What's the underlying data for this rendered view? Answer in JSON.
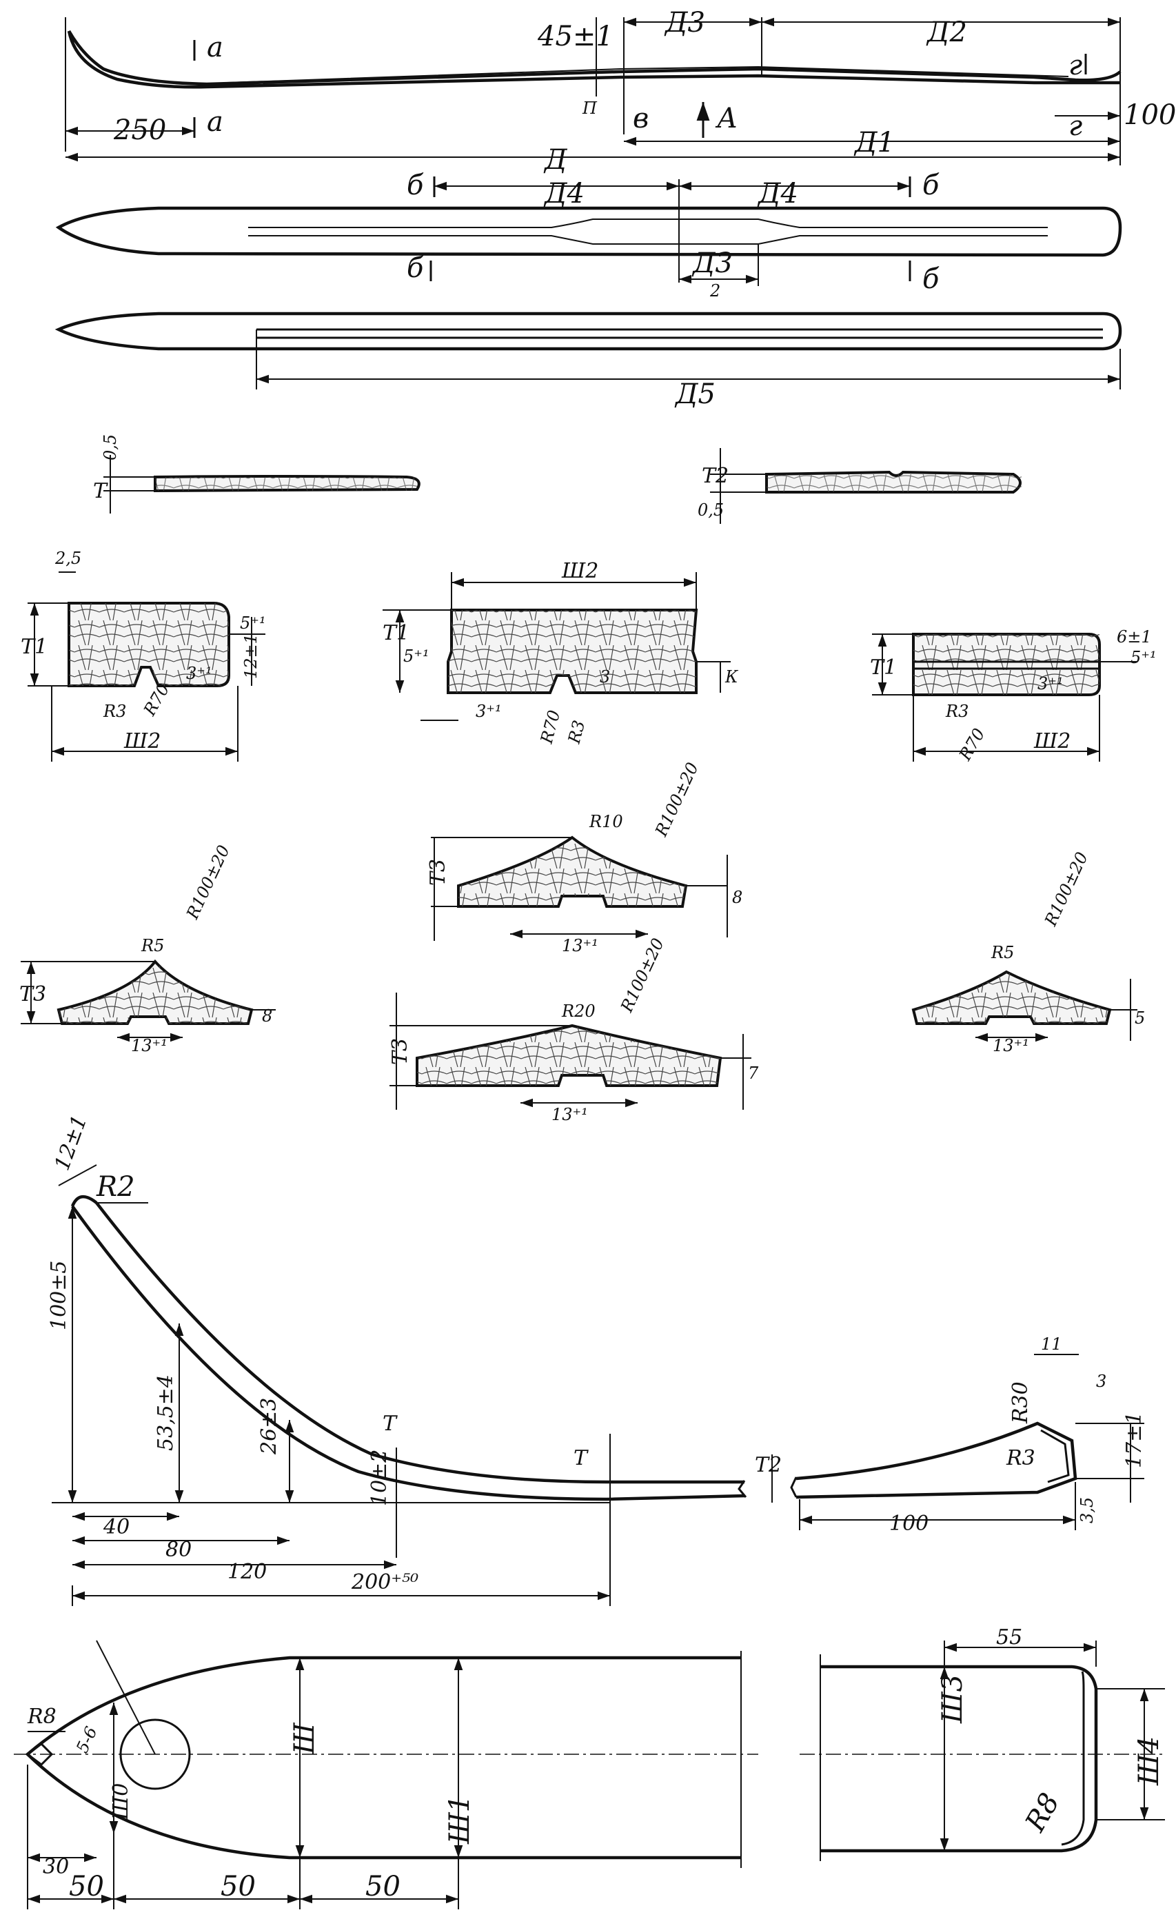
{
  "colors": {
    "ink": "#111111",
    "paper": "#ffffff",
    "fill": "#f4f4f4"
  },
  "side_view": {
    "label_45": "45±1",
    "label_d3": "Д3",
    "label_d2": "Д2",
    "label_a_top": "а",
    "label_g_top": "г",
    "label_250": "250",
    "label_a_bot": "а",
    "label_a_arrow": "А",
    "label_b": "в",
    "label_d1": "Д1",
    "label_g_bot": "г",
    "label_100": "100",
    "label_d": "Д",
    "label_p": "П"
  },
  "top_view": {
    "label_b1": "б",
    "label_d4a": "Д4",
    "label_d4b": "Д4",
    "label_b2": "б",
    "label_b3": "б",
    "label_d3": "Д3",
    "label_d3_sub": "2",
    "label_b4": "б"
  },
  "bottom_view": {
    "label_d5": "Д5"
  },
  "thin_sections": {
    "left": {
      "label_t": "Т",
      "label_05": "0,5"
    },
    "right": {
      "label_t2": "Т2",
      "label_05": "0,5"
    }
  },
  "main_sections": {
    "left": {
      "label_25": "2,5",
      "label_t1": "Т1",
      "label_5": "5⁺¹",
      "label_12": "12±1",
      "label_r3": "R3",
      "label_r70": "R70",
      "label_3": "3⁺¹",
      "label_sh2": "Ш2"
    },
    "center": {
      "label_sh2": "Ш2",
      "label_t1": "Т1",
      "label_5": "5⁺¹",
      "label_k": "К",
      "label_3a": "3⁺¹",
      "label_3b": "3",
      "label_r70": "R70",
      "label_r3": "R3"
    },
    "right": {
      "label_t1": "Т1",
      "label_6": "6±1",
      "label_5": "5⁺¹",
      "label_r3": "R3",
      "label_3": "3⁺¹",
      "label_r70": "R70",
      "label_sh2": "Ш2"
    }
  },
  "ridge_sections": {
    "left": {
      "label_r5": "R5",
      "label_r100": "R100±20",
      "label_t3": "Т3",
      "label_8": "8",
      "label_13": "13⁺¹"
    },
    "center_top": {
      "label_r10": "R10",
      "label_r100": "R100±20",
      "label_t3": "Т3",
      "label_8": "8",
      "label_13": "13⁺¹"
    },
    "center_bottom": {
      "label_r20": "R20",
      "label_r100": "R100±20",
      "label_t3": "Т3",
      "label_7": "7",
      "label_13": "13⁺¹"
    },
    "right": {
      "label_r5": "R5",
      "label_r100": "R100±20",
      "label_5": "5",
      "label_13": "13⁺¹"
    }
  },
  "tip_profile": {
    "label_12": "12±1",
    "label_r2": "R2",
    "label_100": "100±5",
    "label_535": "53,5±4",
    "label_26": "26±3",
    "label_t_a": "Т",
    "label_t_b": "Т",
    "label_10": "10±2",
    "label_40": "40",
    "label_80": "80",
    "label_120": "120",
    "label_200": "200⁺⁵⁰"
  },
  "tail_profile": {
    "label_11": "11",
    "label_r30": "R30",
    "label_3": "3",
    "label_t2": "Т2",
    "label_r3": "R3",
    "label_17": "17±1",
    "label_35": "3,5",
    "label_100": "100"
  },
  "tip_plan": {
    "label_r8": "R8",
    "label_56": "5-6",
    "label_sh": "Ш",
    "label_sh0": "Ш0",
    "label_sh1": "Ш1",
    "label_30": "30",
    "label_50a": "50",
    "label_50b": "50",
    "label_50c": "50"
  },
  "tail_plan": {
    "label_55": "55",
    "label_sh3": "Ш3",
    "label_r8": "R8",
    "label_sh4": "Ш4"
  }
}
